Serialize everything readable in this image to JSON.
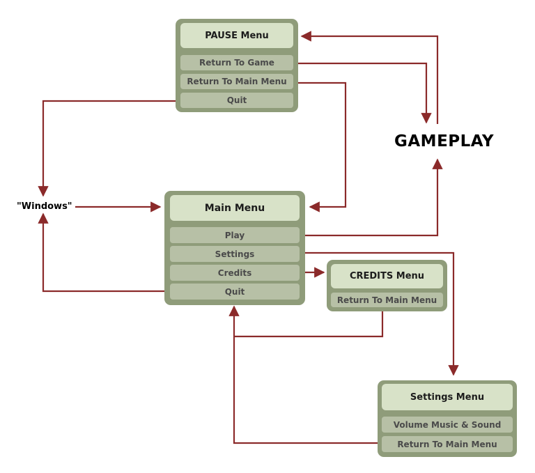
{
  "pause_menu": {
    "title": "PAUSE Menu",
    "items": [
      "Return To Game",
      "Return To Main Menu",
      "Quit"
    ]
  },
  "gameplay": {
    "label": "GAMEPLAY"
  },
  "windows": {
    "label": "\"Windows\""
  },
  "main_menu": {
    "title": "Main Menu",
    "items": [
      "Play",
      "Settings",
      "Credits",
      "Quit"
    ]
  },
  "credits_menu": {
    "title": "CREDITS Menu",
    "items": [
      "Return To Main Menu"
    ]
  },
  "settings_menu": {
    "title": "Settings Menu",
    "items": [
      "Volume Music & Sound",
      "Return To Main Menu"
    ]
  },
  "colors": {
    "arrow": "#8b2a2a",
    "box": "#8f9c7a",
    "header": "#d8e2c8",
    "item": "#b7c0a6"
  }
}
